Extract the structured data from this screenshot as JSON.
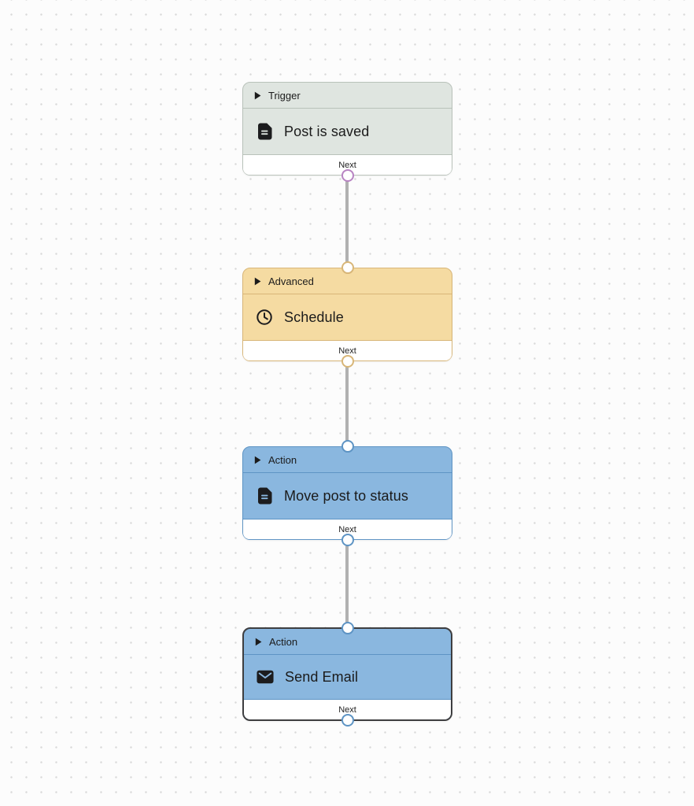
{
  "colors": {
    "trigger_bg": "#dfe5e0",
    "trigger_border": "#b9c2ba",
    "advanced_bg": "#f5dba2",
    "advanced_border": "#d8b678",
    "action_bg": "#8ab7df",
    "action_border": "#5e94c4",
    "selected_border": "#3e3e40",
    "port_purple": "#b884c3",
    "connector_line": "#b1b1b1",
    "canvas_bg": "#fcfcfc",
    "canvas_dot": "#d9d9d9",
    "text": "#1b1b1b",
    "footer_bg": "#ffffff"
  },
  "workflow": {
    "nodes": [
      {
        "category_label": "Trigger",
        "title": "Post is saved",
        "icon": "document-icon",
        "port_label": "Next",
        "kind": "trigger",
        "selected": false
      },
      {
        "category_label": "Advanced",
        "title": "Schedule",
        "icon": "clock-icon",
        "port_label": "Next",
        "kind": "advanced",
        "selected": false
      },
      {
        "category_label": "Action",
        "title": "Move post to status",
        "icon": "document-icon",
        "port_label": "Next",
        "kind": "action",
        "selected": false
      },
      {
        "category_label": "Action",
        "title": "Send Email",
        "icon": "envelope-icon",
        "port_label": "Next",
        "kind": "action",
        "selected": true
      }
    ],
    "connections": [
      {
        "from": "Post is saved",
        "to": "Schedule"
      },
      {
        "from": "Schedule",
        "to": "Move post to status"
      },
      {
        "from": "Move post to status",
        "to": "Send Email"
      }
    ]
  }
}
